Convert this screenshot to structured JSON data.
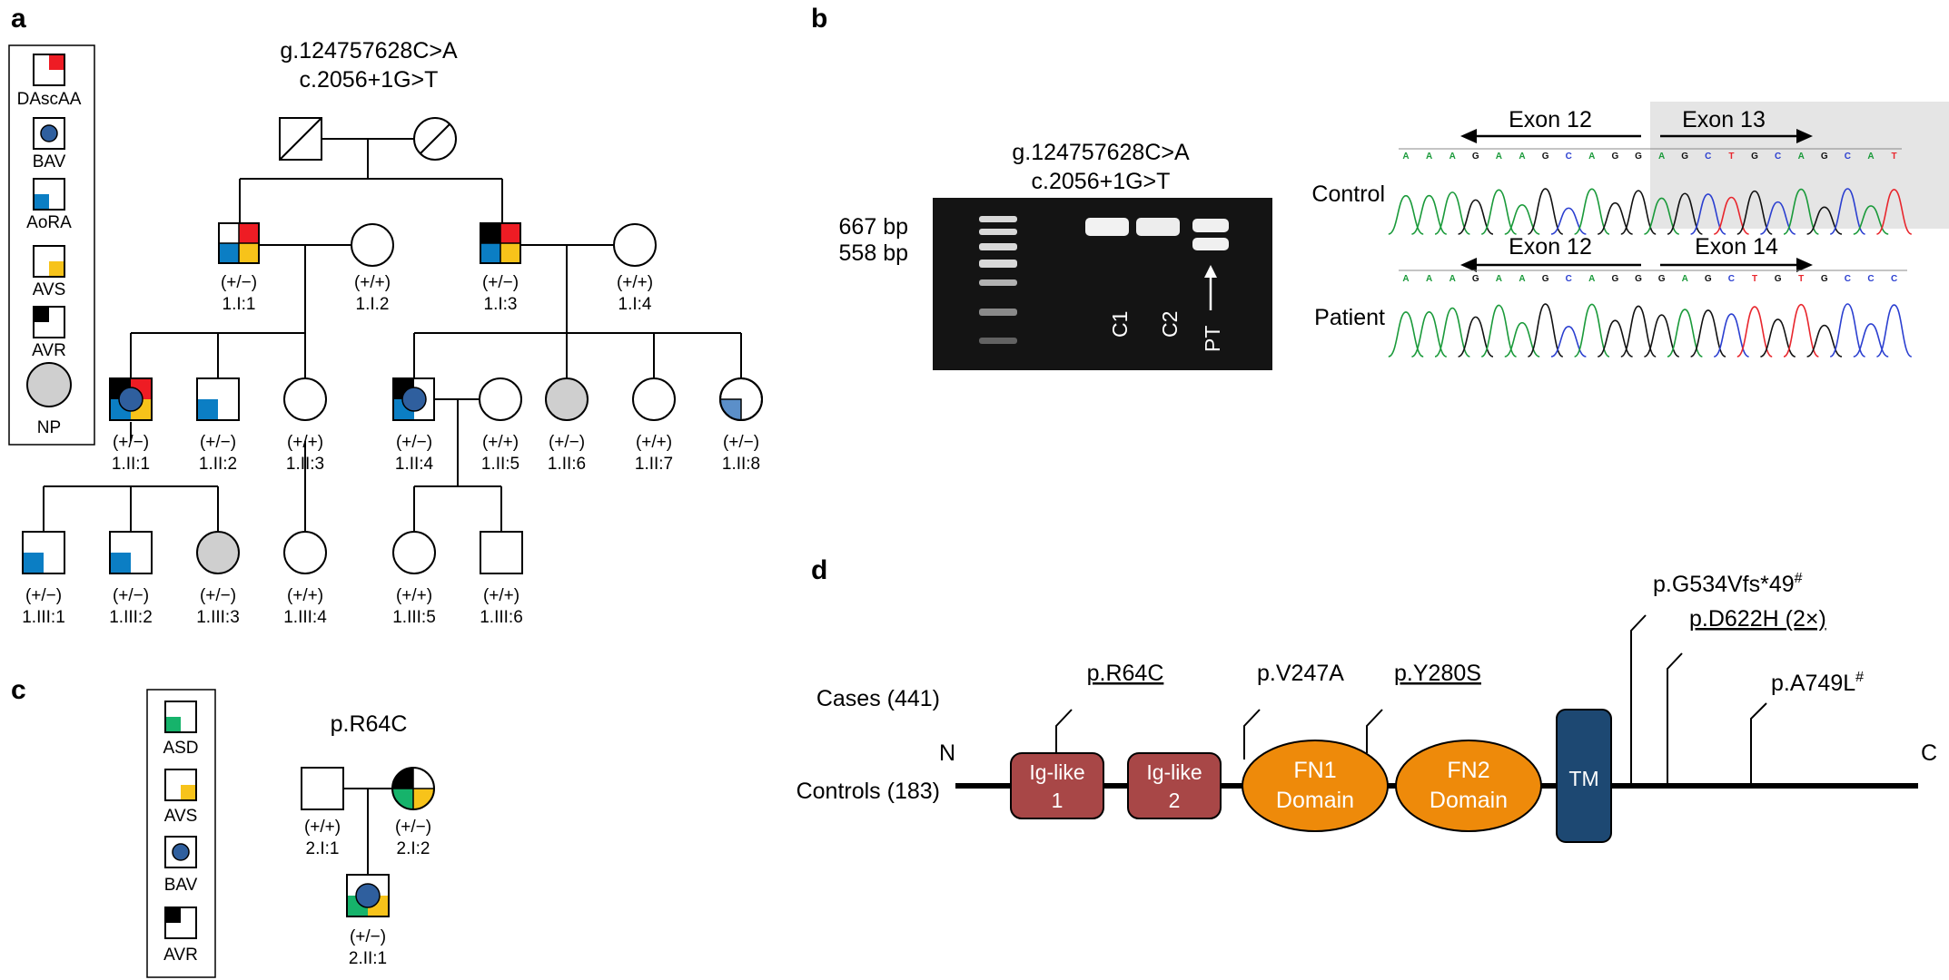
{
  "panels": {
    "a": {
      "label": "a",
      "variant_g": "g.124757628C>A",
      "variant_c": "c.2056+1G>T",
      "legend": [
        "DAscAA",
        "BAV",
        "AoRA",
        "AVS",
        "AVR",
        "NP"
      ],
      "individuals": [
        {
          "id": "1.I:1",
          "genotype": "(+/−)"
        },
        {
          "id": "1.I.2",
          "genotype": "(+/+)"
        },
        {
          "id": "1.I:3",
          "genotype": "(+/−)"
        },
        {
          "id": "1.I:4",
          "genotype": "(+/+)"
        },
        {
          "id": "1.II:1",
          "genotype": "(+/−)"
        },
        {
          "id": "1.II:2",
          "genotype": "(+/−)"
        },
        {
          "id": "1.II:3",
          "genotype": "(+/+)"
        },
        {
          "id": "1.II:4",
          "genotype": "(+/−)"
        },
        {
          "id": "1.II:5",
          "genotype": "(+/+)"
        },
        {
          "id": "1.II:6",
          "genotype": "(+/−)"
        },
        {
          "id": "1.II:7",
          "genotype": "(+/+)"
        },
        {
          "id": "1.II:8",
          "genotype": "(+/−)"
        },
        {
          "id": "1.III:1",
          "genotype": "(+/−)"
        },
        {
          "id": "1.III:2",
          "genotype": "(+/−)"
        },
        {
          "id": "1.III:3",
          "genotype": "(+/−)"
        },
        {
          "id": "1.III:4",
          "genotype": "(+/+)"
        },
        {
          "id": "1.III:5",
          "genotype": "(+/+)"
        },
        {
          "id": "1.III:6",
          "genotype": "(+/+)"
        }
      ]
    },
    "b": {
      "label": "b",
      "variant_g": "g.124757628C>A",
      "variant_c": "c.2056+1G>T",
      "band_upper": "667 bp",
      "band_lower": "558 bp",
      "lanes": [
        "C1",
        "C2",
        "PT"
      ],
      "control_label": "Control",
      "patient_label": "Patient",
      "control_exon_left": "Exon 12",
      "control_exon_right": "Exon 13",
      "patient_exon_left": "Exon 12",
      "patient_exon_right": "Exon 14",
      "control_seq": [
        "A",
        "A",
        "A",
        "G",
        "A",
        "A",
        "G",
        "C",
        "A",
        "G",
        "G",
        "A",
        "G",
        "C",
        "T",
        "G",
        "C",
        "A",
        "G",
        "C",
        "A",
        "T"
      ],
      "patient_seq": [
        "A",
        "A",
        "A",
        "G",
        "A",
        "A",
        "G",
        "C",
        "A",
        "G",
        "G",
        "G",
        "A",
        "G",
        "C",
        "T",
        "G",
        "T",
        "G",
        "C",
        "C",
        "C"
      ]
    },
    "c": {
      "label": "c",
      "variant": "p.R64C",
      "legend": [
        "ASD",
        "AVS",
        "BAV",
        "AVR"
      ],
      "individuals": [
        {
          "id": "2.I:1",
          "genotype": "(+/+)"
        },
        {
          "id": "2.I:2",
          "genotype": "(+/−)"
        },
        {
          "id": "2.II:1",
          "genotype": "(+/−)"
        }
      ]
    },
    "d": {
      "label": "d",
      "n_label": "N",
      "c_label": "C",
      "cases_label": "Cases (441)",
      "controls_label": "Controls (183)",
      "domains": {
        "ig1_line1": "Ig-like",
        "ig1_line2": "1",
        "ig2_line1": "Ig-like",
        "ig2_line2": "2",
        "fn1_line1": "FN1",
        "fn1_line2": "Domain",
        "fn2_line1": "FN2",
        "fn2_line2": "Domain",
        "tm": "TM"
      },
      "variants": {
        "r64c": "p.R64C",
        "v247a": "p.V247A",
        "y280s": "p.Y280S",
        "g534": "p.G534Vfs*49",
        "d622h": "p.D622H (2×)",
        "a749l": "p.A749L",
        "hash": "#"
      }
    }
  },
  "colors": {
    "red": "#ee1c24",
    "blue": "#0b7ec4",
    "yellow": "#f7c31a",
    "black": "#000000",
    "green": "#16b36b",
    "bav_dot": "#2f5f9e",
    "grey": "#cfcfcf",
    "light_blue": "#5b8fc9",
    "ig_red": "#a84747",
    "fn_orange": "#ee8a0a",
    "tm_blue": "#1d4872",
    "variant_red": "#ee1c24"
  }
}
